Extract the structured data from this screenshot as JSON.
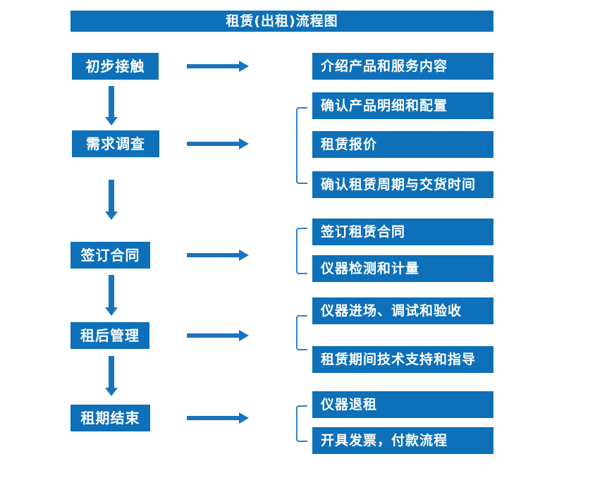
{
  "title": "租赁(出租)流程图",
  "colors": {
    "box_fill": "#0d70b8",
    "arrow": "#1774be",
    "bracket": "#3180c1",
    "text": "#ffffff",
    "background": "#ffffff"
  },
  "flow": {
    "steps": [
      {
        "label": "初步接触",
        "details": [
          "介绍产品和服务内容"
        ]
      },
      {
        "label": "需求调查",
        "details": [
          "确认产品明细和配置",
          "租赁报价",
          "确认租赁周期与交货时间"
        ]
      },
      {
        "label": "签订合同",
        "details": [
          "签订租赁合同",
          "仪器检测和计量"
        ]
      },
      {
        "label": "租后管理",
        "details": [
          "仪器进场、调试和验收",
          "租赁期间技术支持和指导"
        ]
      },
      {
        "label": "租期结束",
        "details": [
          "仪器退租",
          "开具发票，付款流程"
        ]
      }
    ]
  }
}
